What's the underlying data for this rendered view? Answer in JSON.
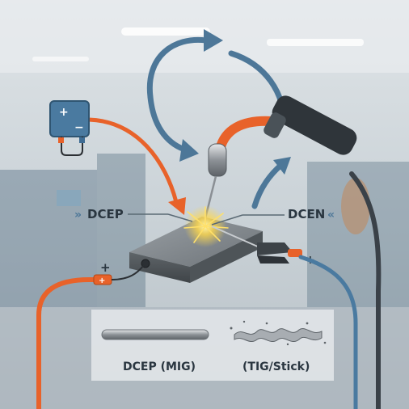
{
  "labels": {
    "dcep": "DCEP",
    "dcen": "DCEN",
    "plus_left": "+",
    "plus_right": "+",
    "plus_battery": "+",
    "minus_battery": "−",
    "clamp_plus": "+"
  },
  "legend": {
    "left_caption": "DCEP (MIG)",
    "right_caption": "(TIG/Stick)"
  },
  "colors": {
    "positive": "#e8622a",
    "negative": "#3e6c93",
    "arrow": "#4d7798",
    "battery": "#4a7aa0",
    "spark": "#ffd84a",
    "text": "#2a3640"
  },
  "icons": {
    "battery": "battery-icon",
    "torch": "welding-torch-icon",
    "clamp": "ground-clamp-icon",
    "workpiece": "metal-workpiece",
    "arc": "arc-spark-icon"
  }
}
